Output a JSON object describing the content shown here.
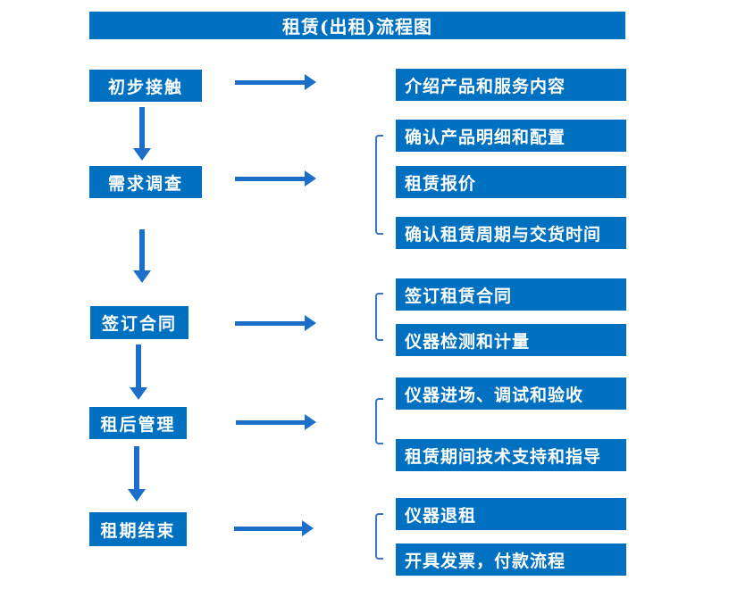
{
  "title": "租赁(出租)流程图",
  "steps": [
    {
      "label": "初步接触",
      "details": [
        "介绍产品和服务内容"
      ]
    },
    {
      "label": "需求调查",
      "details": [
        "确认产品明细和配置",
        "租赁报价",
        "确认租赁周期与交货时间"
      ]
    },
    {
      "label": "签订合同",
      "details": [
        "签订租赁合同",
        "仪器检测和计量"
      ]
    },
    {
      "label": "租后管理",
      "details": [
        "仪器进场、调试和验收",
        "租赁期间技术支持和指导"
      ]
    },
    {
      "label": "租期结束",
      "details": [
        "仪器退租",
        "开具发票，付款流程"
      ]
    }
  ],
  "colors": {
    "box_fill": "#0070C0",
    "arrow": "#1B6FC9",
    "bracket": "#3B74C4",
    "text": "#FFFFFF",
    "background": "#FFFFFF"
  }
}
